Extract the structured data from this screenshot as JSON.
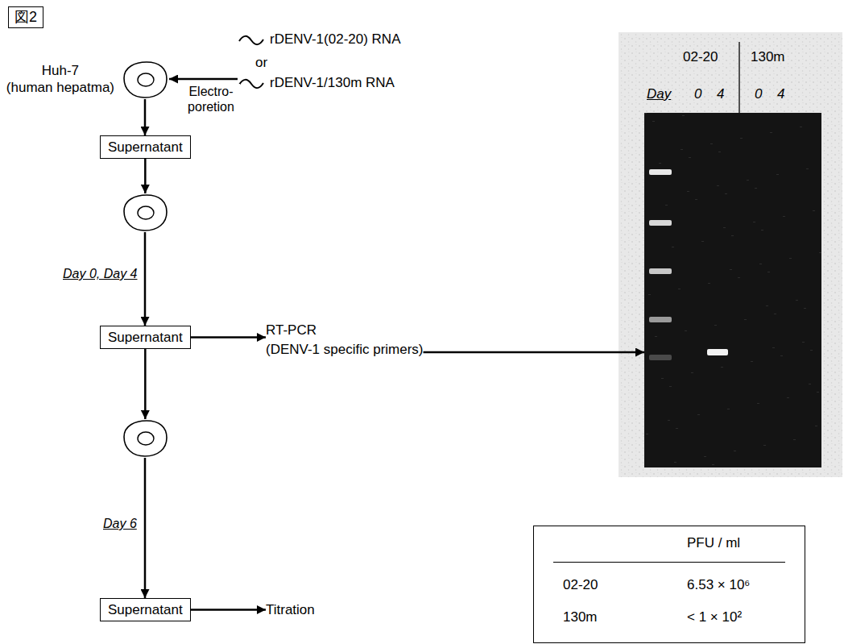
{
  "diagram": {
    "title": "図2",
    "nodes": [
      {
        "text": [
          "Huh-7",
          "(human hepatma)"
        ]
      },
      {
        "text": [
          "rDENV-1(02-20) RNA",
          "or",
          "rDENV-1/130m RNA"
        ]
      },
      {
        "text": [
          "Supernatant"
        ]
      },
      {
        "text": []
      },
      {
        "text": [
          "Supernatant"
        ]
      },
      {
        "text": [
          "RT-PCR",
          "(DENV-1 specific primers)"
        ]
      },
      {
        "text": [
          "02-20",
          "130m",
          "Day",
          "0",
          "4",
          "0",
          "4"
        ]
      },
      {
        "text": []
      },
      {
        "text": [
          "Supernatant"
        ]
      },
      {
        "text": [
          "Titration"
        ]
      },
      {
        "text": [
          "PFU / ml",
          "02-20",
          "6.53 × 10⁶",
          "130m",
          "< 1 × 10²"
        ]
      }
    ],
    "edges": [
      {
        "from": 1,
        "to": 0,
        "arrow": "to",
        "label": "Electro- poretion"
      },
      {
        "from": 0,
        "to": 2,
        "arrow": "to"
      },
      {
        "from": 2,
        "to": 3,
        "arrow": "to"
      },
      {
        "from": 3,
        "to": 4,
        "arrow": "to",
        "label": "Day 0, Day 4"
      },
      {
        "from": 4,
        "to": 5,
        "arrow": "to"
      },
      {
        "from": 5,
        "to": 6,
        "arrow": "to"
      },
      {
        "from": 4,
        "to": 7,
        "arrow": "to"
      },
      {
        "from": 7,
        "to": 8,
        "arrow": "to",
        "label": "Day 6"
      },
      {
        "from": 8,
        "to": 9,
        "arrow": "to"
      }
    ]
  }
}
